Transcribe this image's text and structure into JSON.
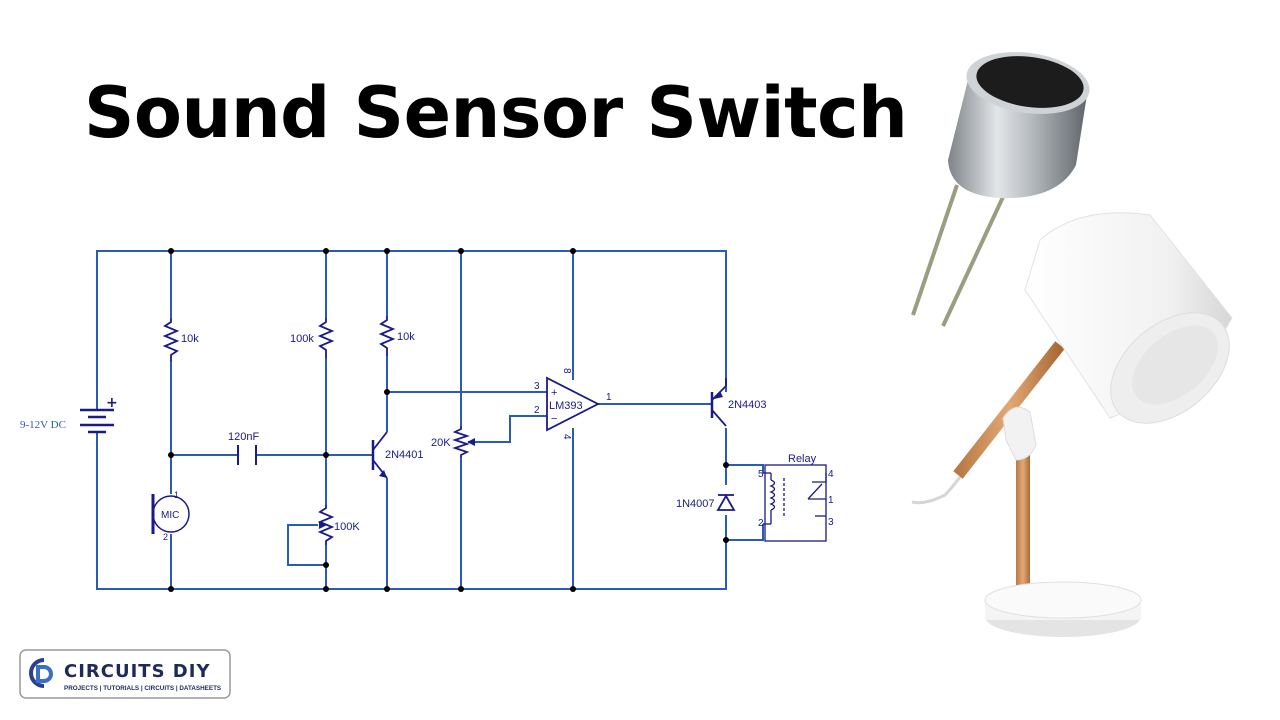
{
  "title": "Sound Sensor Switch",
  "colors": {
    "wire": "#2a5bb5",
    "text": "#1a1a8a",
    "node": "#000000"
  },
  "labels": {
    "battery": "9-12V DC",
    "battery_plus": "+",
    "r1": "10k",
    "r2": "100k",
    "r3": "10k",
    "cap": "120nF",
    "q1": "2N4401",
    "pot1": "100K",
    "pot2": "20K",
    "mic": "MIC",
    "mic_pin1": "1",
    "mic_pin2": "2",
    "opamp": "LM393",
    "op_pin3": "3",
    "op_pin2": "2",
    "op_pin8": "8",
    "op_pin4": "4",
    "op_pin1": "1",
    "op_plus": "+",
    "op_minus": "−",
    "q2": "2N4403",
    "diode": "1N4007",
    "relay": "Relay",
    "relay_pin5": "5",
    "relay_pin4": "4",
    "relay_pin1": "1",
    "relay_pin2": "2",
    "relay_pin3": "3"
  },
  "logo": {
    "name": "CIRCUITS DIY",
    "tagline": "PROJECTS | TUTORIALS | CIRCUITS | DATASHEETS"
  },
  "photos": {
    "microphone": "electret-microphone",
    "lamp": "desk-lamp"
  }
}
